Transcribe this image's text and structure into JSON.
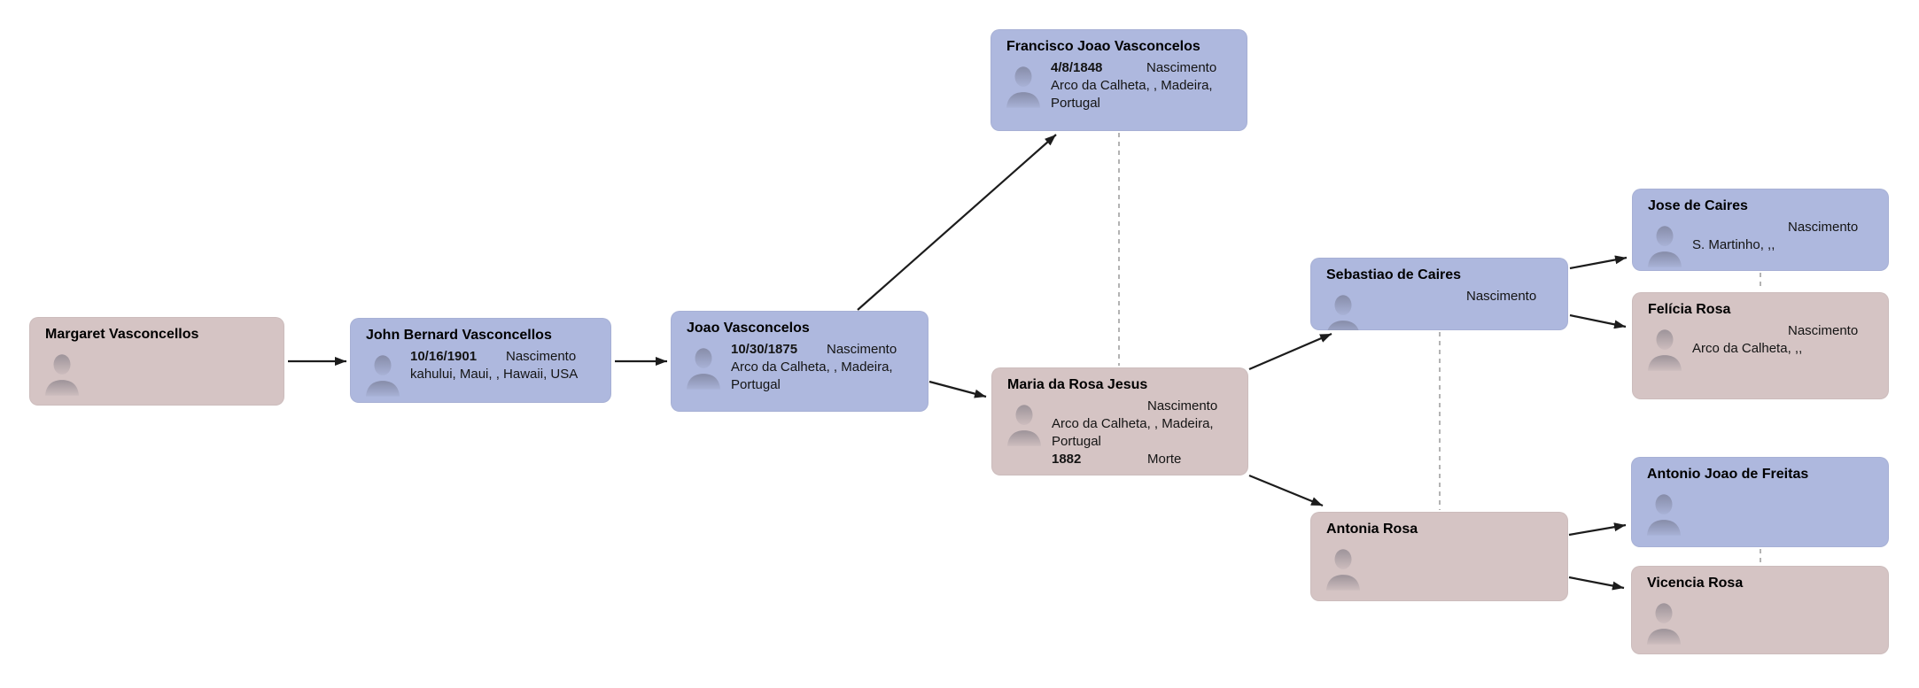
{
  "diagram": {
    "type": "family-tree",
    "background": "#ffffff",
    "colors": {
      "male_card": "#aeb8de",
      "female_card": "#d5c4c4",
      "arrow": "#1c1c1c",
      "couple_dashed_line": "#b3b3b3"
    }
  },
  "labels": {
    "birth": "Nascimento",
    "death": "Morte"
  },
  "people": [
    {
      "name": "Margaret Vasconcellos",
      "sex": "female"
    },
    {
      "name": "John Bernard Vasconcellos",
      "sex": "male",
      "birth_date": "10/16/1901",
      "birth_label": "Nascimento",
      "birth_place": "kahului, Maui, , Hawaii, USA"
    },
    {
      "name": "Joao Vasconcelos",
      "sex": "male",
      "birth_date": "10/30/1875",
      "birth_label": "Nascimento",
      "birth_place": "Arco da Calheta, , Madeira, Portugal"
    },
    {
      "name": "Francisco Joao Vasconcelos",
      "sex": "male",
      "birth_date": "4/8/1848",
      "birth_label": "Nascimento",
      "birth_place": "Arco da Calheta, , Madeira, Portugal"
    },
    {
      "name": "Maria da Rosa Jesus",
      "sex": "female",
      "birth_label": "Nascimento",
      "birth_place": "Arco da Calheta, , Madeira, Portugal",
      "death_date": "1882",
      "death_label": "Morte"
    },
    {
      "name": "Sebastiao de Caires",
      "sex": "male",
      "birth_label": "Nascimento"
    },
    {
      "name": "Jose de Caires",
      "sex": "male",
      "birth_label": "Nascimento",
      "birth_place": "S. Martinho, ,,"
    },
    {
      "name": "Felícia Rosa",
      "sex": "female",
      "birth_label": "Nascimento",
      "birth_place": "Arco da Calheta, ,,"
    },
    {
      "name": "Antonia Rosa",
      "sex": "female"
    },
    {
      "name": "Antonio Joao de Freitas",
      "sex": "male"
    },
    {
      "name": "Vicencia Rosa",
      "sex": "female"
    }
  ]
}
